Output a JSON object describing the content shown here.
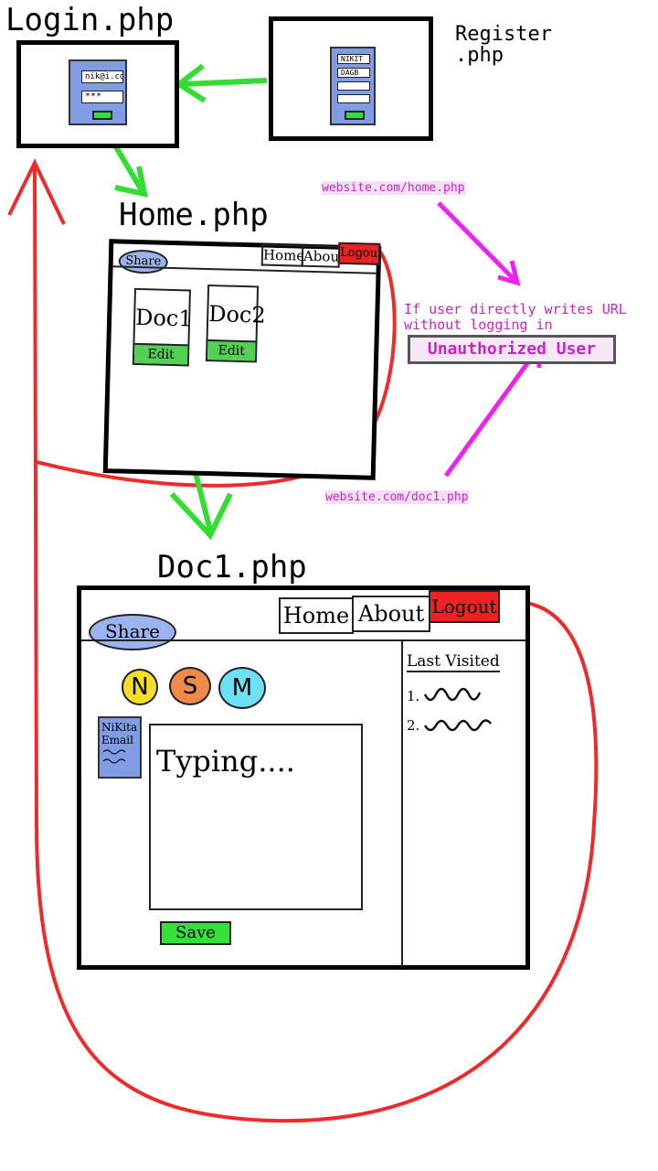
{
  "pages": {
    "login": {
      "title": "Login.php",
      "email": "nik@i.co",
      "password": "***"
    },
    "register": {
      "title_line1": "Register",
      "title_line2": ".php",
      "name_field": "NIKIT",
      "email_field": "DAGB"
    },
    "home": {
      "title": "Home.php",
      "share": "Share",
      "nav": [
        "Home",
        "About",
        "Logout"
      ],
      "docs": [
        "Doc1",
        "Doc2"
      ],
      "edit": "Edit"
    },
    "doc1": {
      "title": "Doc1.php",
      "share": "Share",
      "nav": [
        "Home",
        "About",
        "Logout"
      ],
      "collaborators": [
        "N",
        "S",
        "M"
      ],
      "user_card": {
        "name": "NiKita",
        "email": "Email"
      },
      "editor_text": "Typing....",
      "save": "Save",
      "last_visited": {
        "heading": "Last Visited",
        "items": [
          "1.",
          "2."
        ]
      }
    }
  },
  "annotations": {
    "home_url": "website.com/home.php",
    "doc_url": "website.com/doc1.php",
    "note_line1": "If user directly writes URL",
    "note_line2": "without logging in",
    "unauthorized": "Unauthorized User"
  },
  "colors": {
    "flow_arrow": "#33dd33",
    "logout_loop": "#ee2a2a",
    "url_arrow": "#ee22ee",
    "form_blue": "#7f9ce4",
    "button_green": "#35e03a"
  }
}
